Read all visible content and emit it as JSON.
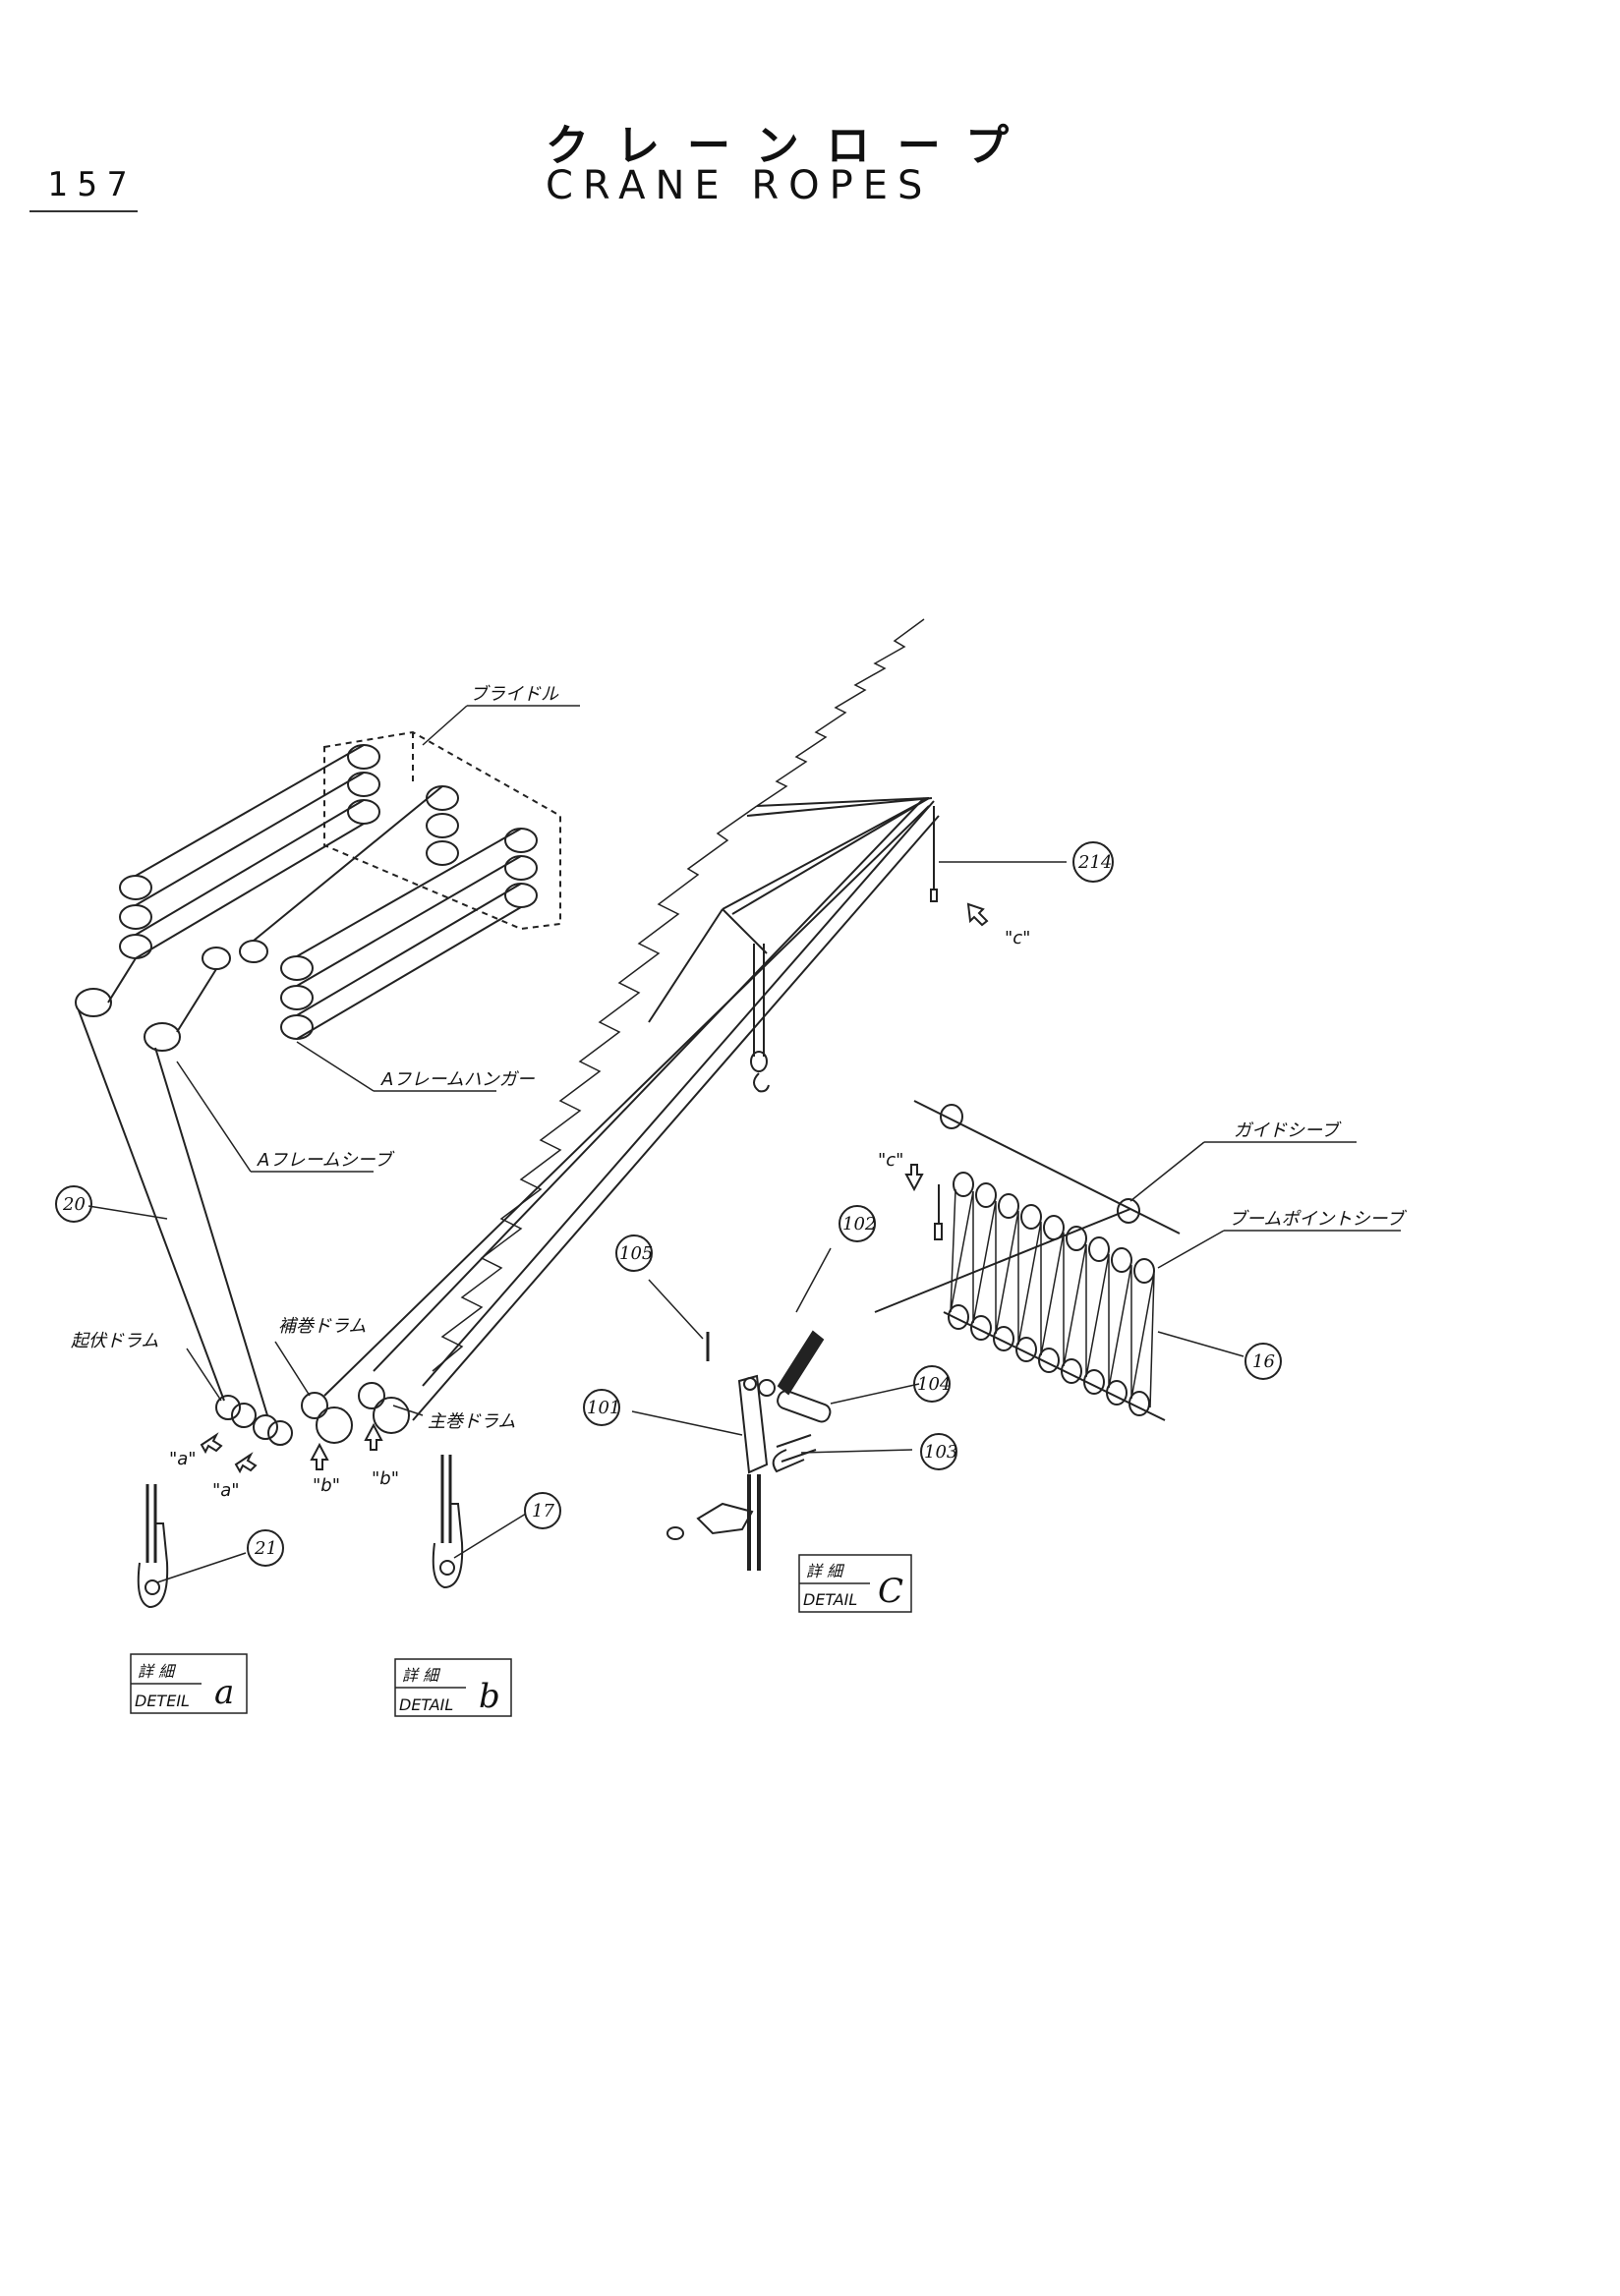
{
  "header": {
    "page_number": "157",
    "title_jp": "クレーンロープ",
    "title_en": "CRANE ROPES"
  },
  "labels": {
    "bridle": "ブライドル",
    "a_frame_hanger": "Aフレームハンガー",
    "a_frame_sheave": "Aフレームシーブ",
    "boom_hoist_drum": "起伏ドラム",
    "aux_drum": "補巻ドラム",
    "main_drum": "主巻ドラム",
    "guide_sheave": "ガイドシーブ",
    "boom_point_sheave": "ブームポイントシーブ"
  },
  "view_markers": {
    "a1": "\"a\"",
    "a2": "\"a\"",
    "b1": "\"b\"",
    "b2": "\"b\"",
    "c1": "\"c\"",
    "c2": "\"c\""
  },
  "callouts": {
    "c20": "20",
    "c21": "21",
    "c17": "17",
    "c16": "16",
    "c214": "214",
    "c101": "101",
    "c102": "102",
    "c103": "103",
    "c104": "104",
    "c105": "105"
  },
  "details": {
    "a": {
      "jp": "詳 細",
      "en": "DETEIL",
      "letter": "a"
    },
    "b": {
      "jp": "詳 細",
      "en": "DETAIL",
      "letter": "b"
    },
    "c": {
      "jp": "詳 細",
      "en": "DETAIL",
      "letter": "C"
    }
  }
}
